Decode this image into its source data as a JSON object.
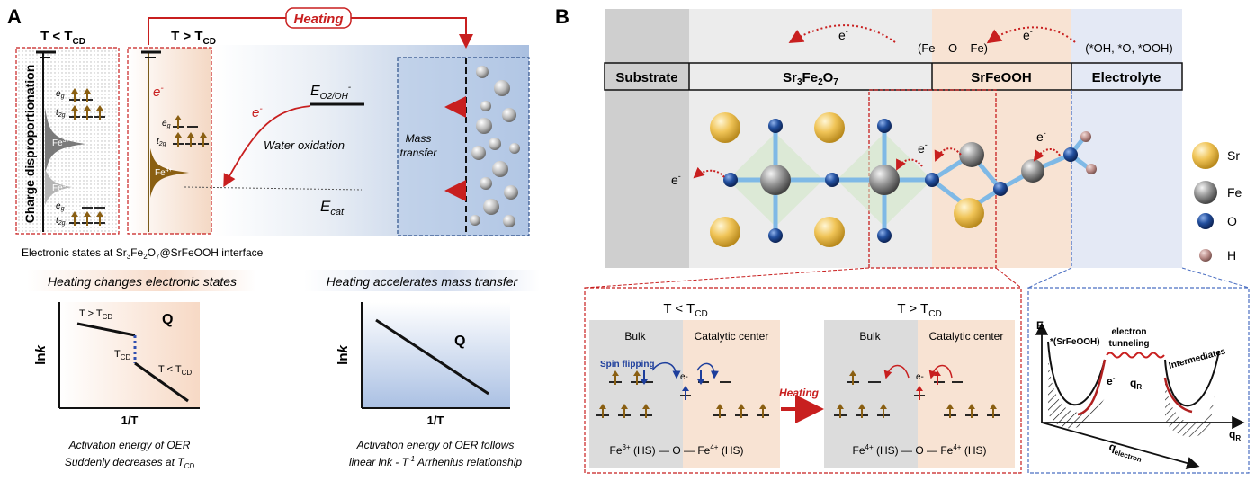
{
  "panelA": {
    "letter": "A",
    "t_below": "T < T",
    "t_above": "T > T",
    "t_sub": "CD",
    "heating": "Heating",
    "charge_disp": "Charge disproportionation",
    "fe3": "Fe",
    "fe3_sup": "3+",
    "fe5": "Fe",
    "fe5_sup": "5+",
    "fe4": "Fe",
    "fe4_sup": "4+",
    "eg": "e",
    "eg_sub": "g",
    "t2g": "t",
    "t2g_sub": "2g",
    "electron": "e",
    "electron_sup": "-",
    "e_redox": "E",
    "e_redox_sub": "O2/OH",
    "e_redox_sup": "-",
    "water_ox": "Water oxidation",
    "e_cat": "E",
    "e_cat_sub": "cat",
    "mass_transfer_1": "Mass",
    "mass_transfer_2": "transfer",
    "caption": "Electronic states at Sr",
    "caption_sub1": "3",
    "caption_mid": "Fe",
    "caption_sub2": "2",
    "caption_mid2": "O",
    "caption_sub3": "7",
    "caption_end": "@SrFeOOH interface",
    "heat_changes": "Heating changes electronic states",
    "heat_accel": "Heating accelerates mass transfer",
    "ylab": "ln",
    "ylab_k": "k",
    "xlab": "1/T",
    "q": "Q",
    "lbl_above": "T > T",
    "lbl_tcd": "T",
    "lbl_below": "T < T",
    "act1_l1": "Activation energy of OER",
    "act1_l2": "Suddenly decreases at  T",
    "act2_l1": "Activation energy  of OER follows",
    "act2_l2": "linear lnk - T",
    "act2_sup": "-1",
    "act2_end": " Arrhenius relationship"
  },
  "panelB": {
    "letter": "B",
    "electron": "e",
    "electron_sup": "-",
    "feofe": "(Fe – O – Fe)",
    "intermediates_top": "(*OH, *O, *OOH)",
    "substrate": "Substrate",
    "sr3": "Sr",
    "sr3_sub1": "3",
    "sr3_fe": "Fe",
    "sr3_sub2": "2",
    "sr3_o": "O",
    "sr3_sub3": "7",
    "srfeooh": "SrFeOOH",
    "electrolyte": "Electrolyte",
    "legend": [
      {
        "label": "Sr",
        "color": "#e8b93e"
      },
      {
        "label": "Fe",
        "color": "#8a8a8a"
      },
      {
        "label": "O",
        "color": "#1f4a99"
      },
      {
        "label": "H",
        "color": "#b88a86"
      }
    ],
    "t_below": "T < T",
    "t_above": "T > T",
    "t_sub": "CD",
    "bulk": "Bulk",
    "catalytic_center": "Catalytic center",
    "spin_flipping": "Spin flipping",
    "heating": "Heating",
    "fe3_hs": "Fe",
    "fe3_sup": "3+",
    "fe4_sup": "4+",
    "hs": "(HS)",
    "o_link": "— O —",
    "axis_e": "E",
    "srfeooh_state": "*(SrFeOOH)",
    "electron_tunneling_1": "electron",
    "electron_tunneling_2": "tunneling",
    "intermediates": "Intermediates",
    "q_r": "q",
    "q_r_sub": "R",
    "q_electron": "q",
    "q_electron_sub": "electron"
  }
}
